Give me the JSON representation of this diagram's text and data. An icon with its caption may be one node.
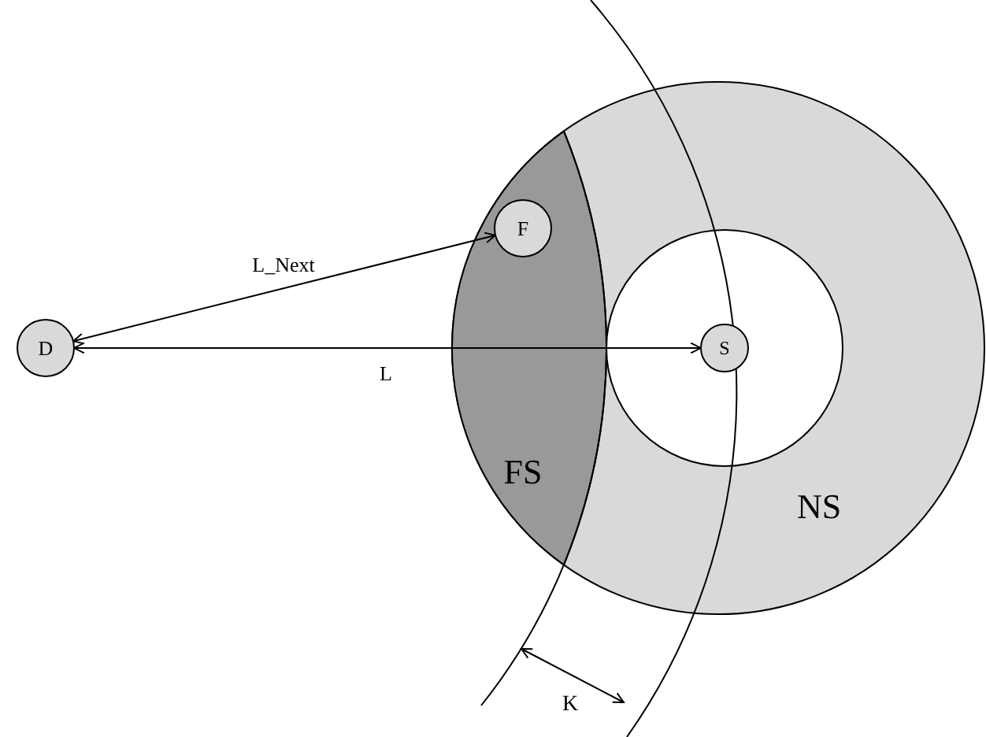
{
  "diagram": {
    "nodes": [
      {
        "text": [
          "D"
        ]
      },
      {
        "text": [
          "FS"
        ],
        "in": 4
      },
      {
        "text": [
          "F"
        ],
        "in": 1
      },
      {
        "text": [
          "S"
        ],
        "in": 4
      },
      {
        "text": [
          "NS"
        ]
      }
    ],
    "edges": [
      {
        "from": 0,
        "to": 2,
        "arrow": "both",
        "label": "L_Next"
      },
      {
        "from": 0,
        "to": 3,
        "arrow": "both",
        "label": "L"
      }
    ],
    "labels": [
      "K"
    ]
  }
}
